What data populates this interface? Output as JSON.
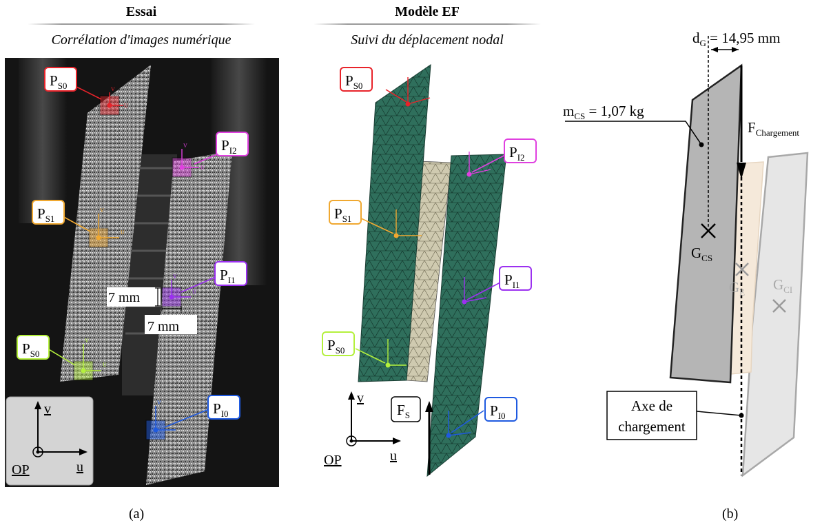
{
  "panel_a": {
    "test": {
      "title": "Essai",
      "subtitle": "Corrélation d'images numérique",
      "points": {
        "ps0_top": {
          "main": "P",
          "sub": "S0",
          "color": "#e8232a"
        },
        "pi2": {
          "main": "P",
          "sub": "I2",
          "color": "#e040e0"
        },
        "ps1": {
          "main": "P",
          "sub": "S1",
          "color": "#f0a830"
        },
        "pi1": {
          "main": "P",
          "sub": "I1",
          "color": "#9b30f0"
        },
        "ps0_bottom": {
          "main": "P",
          "sub": "S0",
          "color": "#b4f03c"
        },
        "pi0": {
          "main": "P",
          "sub": "I0",
          "color": "#1f5ae0"
        }
      },
      "dim_vertical": "7 mm",
      "dim_horizontal": "7 mm",
      "axis_u": "u",
      "axis_v": "v",
      "local_u": "U",
      "local_v": "V",
      "origin": "OP"
    },
    "fe_model": {
      "title": "Modèle EF",
      "subtitle": "Suivi du déplacement nodal",
      "force_main": "F",
      "force_sub": "S",
      "axis_u": "u",
      "axis_v": "v",
      "origin": "OP",
      "mesh_color": "#2f6f5c",
      "middle_color": "#cfcab0"
    },
    "caption": "(a)"
  },
  "panel_b": {
    "dg_label_main": "d",
    "dg_label_sub": "G",
    "dg_value": " = 14,95 mm",
    "mass_main": "m",
    "mass_sub": "CS",
    "mass_value": " = 1,07 kg",
    "force_main": "F",
    "force_sub": "Chargement",
    "gcs_main": "G",
    "gcs_sub": "CS",
    "ge_main": "G",
    "ge_sub": "E",
    "gci_main": "G",
    "gci_sub": "CI",
    "axis_label_line1": "Axe de",
    "axis_label_line2": "chargement",
    "caption": "(b)"
  }
}
